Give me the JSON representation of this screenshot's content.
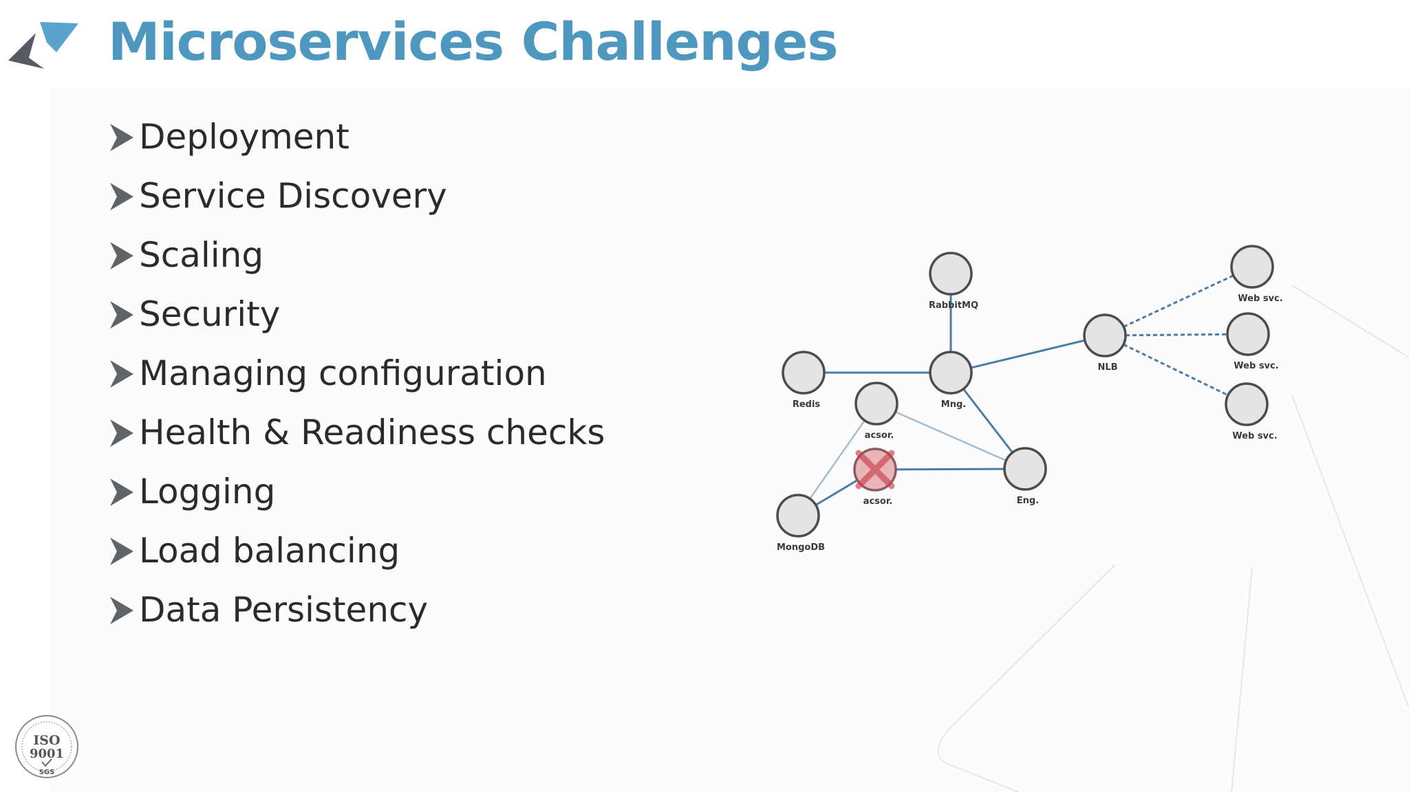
{
  "slide": {
    "title": "Microservices Challenges",
    "bullets": [
      "Deployment",
      "Service Discovery",
      "Scaling",
      "Security",
      "Managing configuration",
      "Health & Readiness checks",
      "Logging",
      "Load balancing",
      "Data Persistency"
    ]
  },
  "diagram": {
    "nodes": [
      {
        "id": "rabbitmq",
        "label": "RabbitMQ",
        "failed": false
      },
      {
        "id": "redis",
        "label": "Redis",
        "failed": false
      },
      {
        "id": "mng",
        "label": "Mng.",
        "failed": false
      },
      {
        "id": "nlb",
        "label": "NLB",
        "failed": false
      },
      {
        "id": "acsor1",
        "label": "acsor.",
        "failed": false
      },
      {
        "id": "acsor2",
        "label": "acsor.",
        "failed": true
      },
      {
        "id": "eng",
        "label": "Eng.",
        "failed": false
      },
      {
        "id": "mongodb",
        "label": "MongoDB",
        "failed": false
      },
      {
        "id": "web1",
        "label": "Web svc.",
        "failed": false
      },
      {
        "id": "web2",
        "label": "Web svc.",
        "failed": false
      },
      {
        "id": "web3",
        "label": "Web svc.",
        "failed": false
      }
    ],
    "edges": [
      {
        "from": "rabbitmq",
        "to": "mng",
        "style": "solid"
      },
      {
        "from": "redis",
        "to": "mng",
        "style": "solid"
      },
      {
        "from": "mng",
        "to": "nlb",
        "style": "solid"
      },
      {
        "from": "mng",
        "to": "eng",
        "style": "solid"
      },
      {
        "from": "acsor1",
        "to": "eng",
        "style": "faint"
      },
      {
        "from": "acsor1",
        "to": "mongodb",
        "style": "faint"
      },
      {
        "from": "acsor2",
        "to": "eng",
        "style": "solid"
      },
      {
        "from": "acsor2",
        "to": "mongodb",
        "style": "solid"
      },
      {
        "from": "nlb",
        "to": "web1",
        "style": "dashed"
      },
      {
        "from": "nlb",
        "to": "web2",
        "style": "dashed"
      },
      {
        "from": "nlb",
        "to": "web3",
        "style": "dashed"
      }
    ]
  },
  "badge": {
    "text_top": "ISO",
    "text_bottom": "9001",
    "issuer": "SGS"
  },
  "colors": {
    "title": "#4e98c0",
    "accent_blue": "#5ba3cf",
    "logo_gray": "#545a60",
    "edge": "#4a7ca8",
    "node_fill": "#e4e4e6",
    "node_stroke": "#4c4c4c",
    "failed": "#c9404a"
  }
}
